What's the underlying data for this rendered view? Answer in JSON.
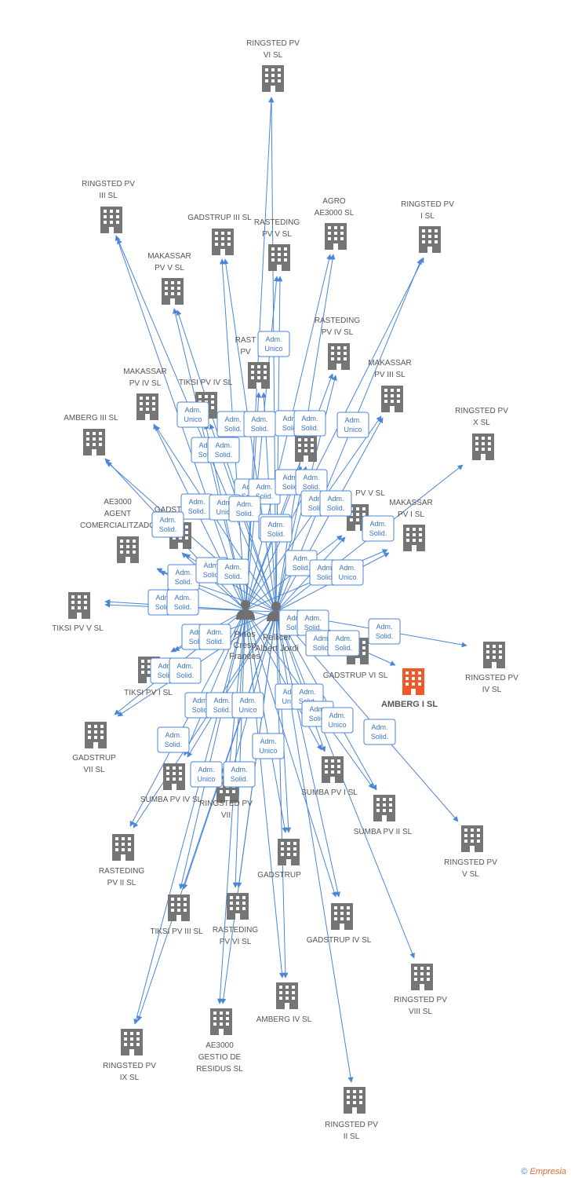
{
  "colors": {
    "edge": "#4a86d8",
    "building": "#757575",
    "focus_building": "#f0582a",
    "person": "#707070",
    "label": "#555555",
    "badge_text": "#3b74c8"
  },
  "icons": {
    "company": "building-icon",
    "person": "person-icon"
  },
  "persons": [
    {
      "id": "p1",
      "lines": [
        "Pinos",
        "Cresp",
        "Frances"
      ]
    },
    {
      "id": "p2",
      "lines": [
        "Pellicer",
        "Albert Jordi"
      ]
    }
  ],
  "companies": [
    {
      "id": "c01",
      "lines": [
        "RINGSTED PV",
        "VI SL"
      ]
    },
    {
      "id": "c02",
      "lines": [
        "RINGSTED PV",
        "III SL"
      ]
    },
    {
      "id": "c03",
      "lines": [
        "GADSTRUP III SL"
      ]
    },
    {
      "id": "c04",
      "lines": [
        "RASTEDING",
        "PV V SL"
      ]
    },
    {
      "id": "c05",
      "lines": [
        "AGRO",
        "AE3000 SL"
      ]
    },
    {
      "id": "c06",
      "lines": [
        "RINGSTED PV",
        "I SL"
      ]
    },
    {
      "id": "c07",
      "lines": [
        "MAKASSAR",
        "PV V SL"
      ]
    },
    {
      "id": "c08",
      "lines": [
        "RASTEDING",
        "PV IV SL"
      ]
    },
    {
      "id": "c09",
      "lines": [
        "RAST",
        "PV"
      ]
    },
    {
      "id": "c10",
      "lines": [
        "MAKASSAR",
        "PV III SL"
      ]
    },
    {
      "id": "c11",
      "lines": [
        "MAKASSAR",
        "PV IV SL"
      ]
    },
    {
      "id": "c12",
      "lines": [
        "TIKSI PV IV SL"
      ]
    },
    {
      "id": "c13",
      "lines": [
        "AMBERG III SL"
      ]
    },
    {
      "id": "c14",
      "lines": [
        "RINGSTED PV",
        "X SL"
      ]
    },
    {
      "id": "c15",
      "lines": [
        "R"
      ]
    },
    {
      "id": "c16",
      "lines": [
        "PV V SL"
      ]
    },
    {
      "id": "c17",
      "lines": [
        "MAKASSAR",
        "PV I SL"
      ]
    },
    {
      "id": "c18",
      "lines": [
        "AE3000",
        "AGENT",
        "COMERCIALITZADO"
      ]
    },
    {
      "id": "c19",
      "lines": [
        "GADST"
      ]
    },
    {
      "id": "c20",
      "lines": [
        "TIKSI PV V SL"
      ]
    },
    {
      "id": "c21",
      "lines": [
        "GADSTRUP VI SL"
      ]
    },
    {
      "id": "c22",
      "lines": [
        "RINGSTED PV",
        "IV SL"
      ]
    },
    {
      "id": "c23",
      "lines": [
        "AMBERG I SL"
      ],
      "focus": true
    },
    {
      "id": "c24",
      "lines": [
        "TIKSI PV I SL"
      ]
    },
    {
      "id": "c25",
      "lines": [
        "GADSTRUP",
        "VII SL"
      ]
    },
    {
      "id": "c26",
      "lines": [
        "SUMBA PV IV SL"
      ]
    },
    {
      "id": "c27",
      "lines": [
        "RINGSTED PV",
        "VII"
      ]
    },
    {
      "id": "c28",
      "lines": [
        "SUMBA PV I SL"
      ]
    },
    {
      "id": "c29",
      "lines": [
        "SUMBA PV II SL"
      ]
    },
    {
      "id": "c30",
      "lines": [
        "RASTEDING",
        "PV II SL"
      ]
    },
    {
      "id": "c31",
      "lines": [
        "GADSTRUP"
      ]
    },
    {
      "id": "c32",
      "lines": [
        "RINGSTED PV",
        "V SL"
      ]
    },
    {
      "id": "c33",
      "lines": [
        "TIKSI PV III SL"
      ]
    },
    {
      "id": "c34",
      "lines": [
        "RASTEDING",
        "PV VI SL"
      ]
    },
    {
      "id": "c35",
      "lines": [
        "GADSTRUP IV SL"
      ]
    },
    {
      "id": "c36",
      "lines": [
        "RINGSTED PV",
        "VIII SL"
      ]
    },
    {
      "id": "c37",
      "lines": [
        "AMBERG IV SL"
      ]
    },
    {
      "id": "c38",
      "lines": [
        "RINGSTED PV",
        "IX SL"
      ]
    },
    {
      "id": "c39",
      "lines": [
        "AE3000",
        "GESTIO DE",
        "RESIDUS SL"
      ]
    },
    {
      "id": "c40",
      "lines": [
        "RINGSTED PV",
        "II SL"
      ]
    }
  ],
  "badge_types": {
    "solid": [
      "Adm.",
      "Solid."
    ],
    "unico": [
      "Adm.",
      "Unico"
    ]
  },
  "badges": [
    "unico",
    "unico",
    "solid",
    "solid",
    "solid",
    "solid",
    "unico",
    "solid",
    "solid",
    "solid",
    "solid",
    "solid",
    "solid",
    "solid",
    "solid",
    "solid",
    "unico",
    "solid",
    "solid",
    "solid",
    "solid",
    "solid",
    "solid",
    "solid",
    "solid",
    "solid",
    "unico",
    "solid",
    "solid",
    "solid",
    "solid",
    "solid",
    "solid",
    "solid",
    "solid",
    "solid",
    "solid",
    "solid",
    "solid",
    "solid",
    "solid",
    "unico",
    "unico",
    "solid",
    "solid",
    "unico",
    "solid",
    "solid",
    "unico",
    "solid",
    "unico"
  ],
  "footer": {
    "copyright": "©",
    "brand": "Empresia"
  }
}
